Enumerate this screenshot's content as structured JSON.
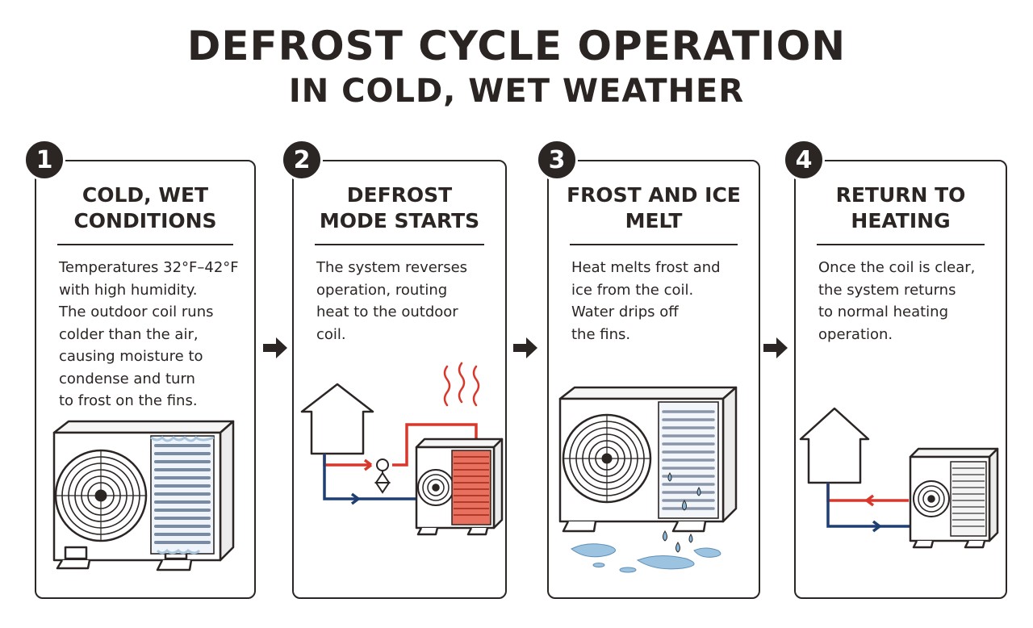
{
  "title": {
    "line1": "DEFROST CYCLE OPERATION",
    "line2": "IN COLD, WET WEATHER"
  },
  "steps": [
    {
      "number": "1",
      "title": [
        "COLD, WET",
        "CONDITIONS"
      ],
      "description": [
        "Temperatures 32°F–42°F",
        "with high humidity.",
        "The outdoor coil runs",
        "colder than the air,",
        "causing moisture to",
        "condense and turn",
        "to frost on the fins."
      ]
    },
    {
      "number": "2",
      "title": [
        "DEFROST",
        "MODE STARTS"
      ],
      "description": [
        "The system reverses",
        "operation, routing",
        "heat to the outdoor",
        "coil."
      ]
    },
    {
      "number": "3",
      "title": [
        "FROST AND ICE",
        "MELT"
      ],
      "description": [
        "Heat melts frost and",
        "ice from the coil.",
        "Water drips off",
        "the fins."
      ]
    },
    {
      "number": "4",
      "title": [
        "RETURN TO",
        "HEATING"
      ],
      "description": [
        "Once the coil is clear,",
        "the system returns",
        "to normal heating",
        "operation."
      ]
    }
  ],
  "colors": {
    "ink": "#2b2523",
    "hot_line": "#d8382c",
    "cold_line": "#1f3f73",
    "frost": "#a9c6de",
    "water": "#8ab8dc",
    "coil_hot": "#e8705e"
  },
  "icons": [
    "fan-icon",
    "house-icon",
    "heat-waves-icon",
    "valve-icon",
    "water-drop-icon",
    "arrow-right-icon"
  ]
}
